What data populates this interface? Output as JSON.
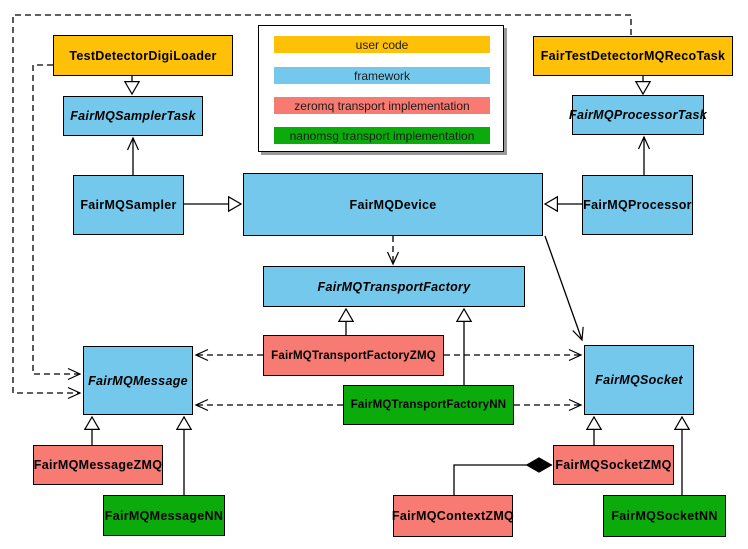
{
  "legend": {
    "items": [
      {
        "label": "user code",
        "color": "#FFC107"
      },
      {
        "label": "framework",
        "color": "#74C8EC"
      },
      {
        "label": "zeromq transport implementation",
        "color": "#F77B72"
      },
      {
        "label": "nanomsg transport implementation",
        "color": "#0BAB0B"
      }
    ]
  },
  "colors": {
    "user_code": "#FFC107",
    "framework": "#74C8EC",
    "zeromq": "#F77B72",
    "nanomsg": "#0BAB0B",
    "edge": "#000000",
    "background": "#FFFFFF"
  },
  "nodes": {
    "test_detector_digi_loader": {
      "label": "TestDetectorDigiLoader",
      "category": "user code",
      "abstract": false
    },
    "fair_test_detector_mq_reco_task": {
      "label": "FairTestDetectorMQRecoTask",
      "category": "user code",
      "abstract": false
    },
    "fairmq_sampler_task": {
      "label": "FairMQSamplerTask",
      "category": "framework",
      "abstract": true
    },
    "fairmq_processor_task": {
      "label": "FairMQProcessorTask",
      "category": "framework",
      "abstract": true
    },
    "fairmq_sampler": {
      "label": "FairMQSampler",
      "category": "framework",
      "abstract": false
    },
    "fairmq_device": {
      "label": "FairMQDevice",
      "category": "framework",
      "abstract": false
    },
    "fairmq_processor": {
      "label": "FairMQProcessor",
      "category": "framework",
      "abstract": false
    },
    "fairmq_transport_factory": {
      "label": "FairMQTransportFactory",
      "category": "framework",
      "abstract": true
    },
    "fairmq_transport_factory_zmq": {
      "label": "FairMQTransportFactoryZMQ",
      "category": "zeromq transport implementation",
      "abstract": false
    },
    "fairmq_transport_factory_nn": {
      "label": "FairMQTransportFactoryNN",
      "category": "nanomsg transport implementation",
      "abstract": false
    },
    "fairmq_message": {
      "label": "FairMQMessage",
      "category": "framework",
      "abstract": true
    },
    "fairmq_socket": {
      "label": "FairMQSocket",
      "category": "framework",
      "abstract": true
    },
    "fairmq_message_zmq": {
      "label": "FairMQMessageZMQ",
      "category": "zeromq transport implementation",
      "abstract": false
    },
    "fairmq_message_nn": {
      "label": "FairMQMessageNN",
      "category": "nanomsg transport implementation",
      "abstract": false
    },
    "fairmq_context_zmq": {
      "label": "FairMQContextZMQ",
      "category": "zeromq transport implementation",
      "abstract": false
    },
    "fairmq_socket_zmq": {
      "label": "FairMQSocketZMQ",
      "category": "zeromq transport implementation",
      "abstract": false
    },
    "fairmq_socket_nn": {
      "label": "FairMQSocketNN",
      "category": "nanomsg transport implementation",
      "abstract": false
    }
  },
  "relationships": [
    {
      "from": "TestDetectorDigiLoader",
      "to": "FairMQSamplerTask",
      "type": "inheritance"
    },
    {
      "from": "FairTestDetectorMQRecoTask",
      "to": "FairMQProcessorTask",
      "type": "inheritance"
    },
    {
      "from": "FairMQSampler",
      "to": "FairMQDevice",
      "type": "inheritance"
    },
    {
      "from": "FairMQProcessor",
      "to": "FairMQDevice",
      "type": "inheritance"
    },
    {
      "from": "FairMQSampler",
      "to": "FairMQSamplerTask",
      "type": "association"
    },
    {
      "from": "FairMQProcessor",
      "to": "FairMQProcessorTask",
      "type": "association"
    },
    {
      "from": "FairMQDevice",
      "to": "FairMQSocket",
      "type": "association"
    },
    {
      "from": "FairMQDevice",
      "to": "FairMQTransportFactory",
      "type": "dependency"
    },
    {
      "from": "TestDetectorDigiLoader",
      "to": "FairMQMessage",
      "type": "dependency"
    },
    {
      "from": "FairTestDetectorMQRecoTask",
      "to": "FairMQMessage",
      "type": "dependency"
    },
    {
      "from": "FairMQTransportFactoryZMQ",
      "to": "FairMQTransportFactory",
      "type": "inheritance"
    },
    {
      "from": "FairMQTransportFactoryNN",
      "to": "FairMQTransportFactory",
      "type": "inheritance"
    },
    {
      "from": "FairMQTransportFactoryZMQ",
      "to": "FairMQMessage",
      "type": "dependency"
    },
    {
      "from": "FairMQTransportFactoryZMQ",
      "to": "FairMQSocket",
      "type": "dependency"
    },
    {
      "from": "FairMQTransportFactoryNN",
      "to": "FairMQMessage",
      "type": "dependency"
    },
    {
      "from": "FairMQTransportFactoryNN",
      "to": "FairMQSocket",
      "type": "dependency"
    },
    {
      "from": "FairMQMessageZMQ",
      "to": "FairMQMessage",
      "type": "inheritance"
    },
    {
      "from": "FairMQMessageNN",
      "to": "FairMQMessage",
      "type": "inheritance"
    },
    {
      "from": "FairMQSocketZMQ",
      "to": "FairMQSocket",
      "type": "inheritance"
    },
    {
      "from": "FairMQSocketNN",
      "to": "FairMQSocket",
      "type": "inheritance"
    },
    {
      "from": "FairMQSocketZMQ",
      "to": "FairMQContextZMQ",
      "type": "composition"
    }
  ]
}
